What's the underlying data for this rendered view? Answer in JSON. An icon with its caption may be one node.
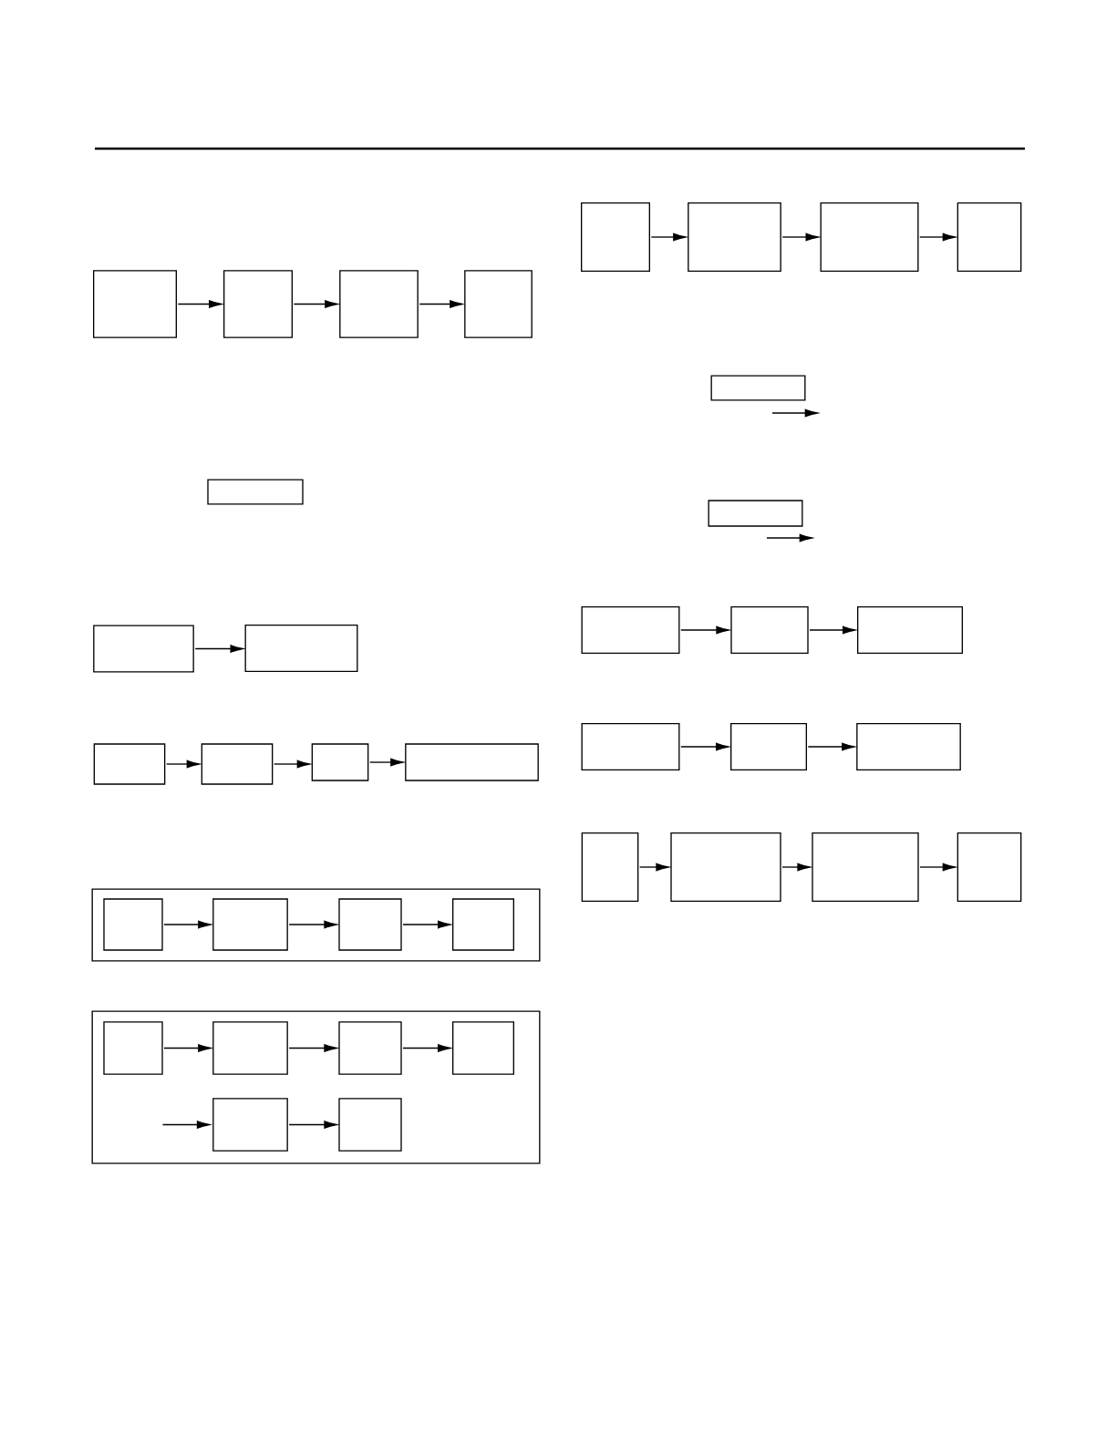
{
  "diagram": {
    "nodes": [
      {
        "text": [],
        "shape": "box"
      },
      {
        "text": [],
        "shape": "box"
      },
      {
        "text": [],
        "shape": "box"
      },
      {
        "text": [],
        "shape": "box"
      },
      {
        "text": [],
        "shape": "box"
      },
      {
        "text": [],
        "shape": "box"
      },
      {
        "text": [],
        "shape": "box"
      },
      {
        "text": [],
        "shape": "box"
      },
      {
        "text": [],
        "shape": "box"
      },
      {
        "text": [],
        "shape": "box"
      },
      {
        "text": [],
        "shape": "box"
      },
      {
        "text": [],
        "shape": "box"
      },
      {
        "text": [],
        "shape": "box",
        "in": 11
      },
      {
        "text": [],
        "shape": "box",
        "in": 11
      },
      {
        "text": [],
        "shape": "box",
        "in": 11
      },
      {
        "text": [],
        "shape": "box",
        "in": 11
      },
      {
        "text": [],
        "shape": "box"
      },
      {
        "text": [],
        "shape": "box",
        "in": 16
      },
      {
        "text": [],
        "shape": "box",
        "in": 16
      },
      {
        "text": [],
        "shape": "box",
        "in": 16
      },
      {
        "text": [],
        "shape": "box",
        "in": 16
      },
      {
        "text": [],
        "shape": "box",
        "in": 16
      },
      {
        "text": [],
        "shape": "box",
        "in": 16
      },
      {
        "text": [],
        "shape": "box"
      },
      {
        "text": [],
        "shape": "box"
      },
      {
        "text": [],
        "shape": "box"
      },
      {
        "text": [],
        "shape": "box"
      },
      {
        "text": [],
        "shape": "box"
      },
      {
        "text": [],
        "shape": "box"
      },
      {
        "text": [],
        "shape": "box"
      },
      {
        "text": [],
        "shape": "box"
      },
      {
        "text": [],
        "shape": "box"
      },
      {
        "text": [],
        "shape": "box"
      },
      {
        "text": [],
        "shape": "box"
      },
      {
        "text": [],
        "shape": "box"
      },
      {
        "text": [],
        "shape": "box"
      },
      {
        "text": [],
        "shape": "box"
      },
      {
        "text": [],
        "shape": "box"
      },
      {
        "text": [],
        "shape": "box"
      }
    ],
    "edges": [
      {
        "from": 0,
        "to": 1,
        "arrow": "to"
      },
      {
        "from": 1,
        "to": 2,
        "arrow": "to"
      },
      {
        "from": 2,
        "to": 3,
        "arrow": "to"
      },
      {
        "from": 5,
        "to": 6,
        "arrow": "to"
      },
      {
        "from": 7,
        "to": 8,
        "arrow": "to"
      },
      {
        "from": 8,
        "to": 9,
        "arrow": "to"
      },
      {
        "from": 9,
        "to": 10,
        "arrow": "to"
      },
      {
        "from": 12,
        "to": 13,
        "arrow": "to"
      },
      {
        "from": 13,
        "to": 14,
        "arrow": "to"
      },
      {
        "from": 14,
        "to": 15,
        "arrow": "to"
      },
      {
        "from": 17,
        "to": 18,
        "arrow": "to"
      },
      {
        "from": 18,
        "to": 19,
        "arrow": "to"
      },
      {
        "from": 19,
        "to": 20,
        "arrow": "to"
      },
      {
        "from": null,
        "to": 21,
        "arrow": "to"
      },
      {
        "from": 21,
        "to": 22,
        "arrow": "to"
      },
      {
        "from": 23,
        "to": 24,
        "arrow": "to"
      },
      {
        "from": 24,
        "to": 25,
        "arrow": "to"
      },
      {
        "from": 25,
        "to": 26,
        "arrow": "to"
      },
      {
        "from": 29,
        "to": 30,
        "arrow": "to"
      },
      {
        "from": 30,
        "to": 31,
        "arrow": "to"
      },
      {
        "from": 32,
        "to": 33,
        "arrow": "to"
      },
      {
        "from": 33,
        "to": 34,
        "arrow": "to"
      },
      {
        "from": 35,
        "to": 36,
        "arrow": "to"
      },
      {
        "from": 36,
        "to": 37,
        "arrow": "to"
      },
      {
        "from": 37,
        "to": 38,
        "arrow": "to"
      }
    ]
  }
}
